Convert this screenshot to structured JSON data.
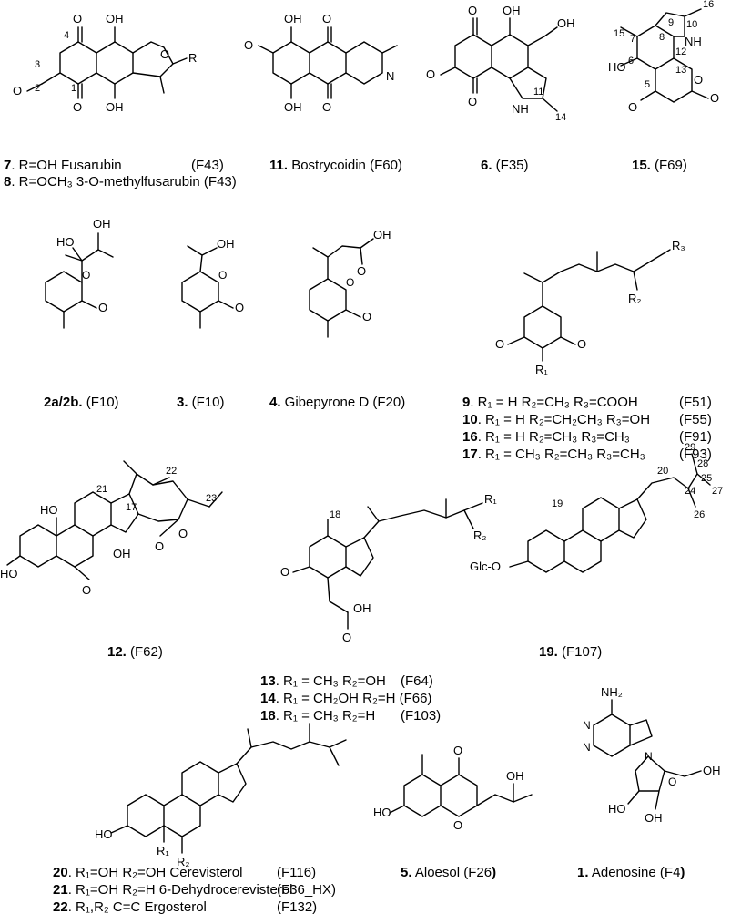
{
  "captions": [
    {
      "id": "c7",
      "num": "7",
      "text": ". R=OH Fusarubin",
      "tag": "(F43)"
    },
    {
      "id": "c8",
      "num": "8",
      "text": ". R=OCH₃ 3-O-methylfusarubin (F43)",
      "tag": ""
    },
    {
      "id": "c11",
      "num": "11.",
      "text": " Bostrycoidin (F60)",
      "tag": ""
    },
    {
      "id": "c6",
      "num": "6.",
      "text": " (F35)",
      "tag": ""
    },
    {
      "id": "c15",
      "num": "15.",
      "text": " (F69)",
      "tag": ""
    },
    {
      "id": "c2",
      "num": "2a/2b.",
      "text": " (F10)",
      "tag": ""
    },
    {
      "id": "c3",
      "num": "3.",
      "text": " (F10)",
      "tag": ""
    },
    {
      "id": "c4",
      "num": "4.",
      "text": " Gibepyrone D (F20)",
      "tag": ""
    },
    {
      "id": "c9",
      "num": "9",
      "text": ".   R₁ = H R₂=CH₃ R₃=COOH",
      "tag": "(F51)"
    },
    {
      "id": "c10",
      "num": "10",
      "text": ". R₁ = H R₂=CH₂CH₃ R₃=OH",
      "tag": "(F55)"
    },
    {
      "id": "c16",
      "num": "16",
      "text": ". R₁ = H R₂=CH₃ R₃=CH₃",
      "tag": "(F91)"
    },
    {
      "id": "c17",
      "num": "17",
      "text": ". R₁ = CH₃ R₂=CH₃ R₃=CH₃",
      "tag": "(F93)"
    },
    {
      "id": "c12",
      "num": "12.",
      "text": " (F62)",
      "tag": ""
    },
    {
      "id": "c13",
      "num": "13",
      "text": ". R₁ = CH₃ R₂=OH",
      "tag": "(F64)"
    },
    {
      "id": "c14",
      "num": "14",
      "text": ". R₁ = CH₂OH R₂=H (F66)",
      "tag": ""
    },
    {
      "id": "c18",
      "num": "18",
      "text": ". R₁ = CH₃ R₂=H",
      "tag": "(F103)"
    },
    {
      "id": "c19",
      "num": "19.",
      "text": " (F107)",
      "tag": ""
    },
    {
      "id": "c20",
      "num": "20",
      "text": ". R₁=OH R₂=OH Cerevisterol",
      "tag": "(F116)"
    },
    {
      "id": "c21",
      "num": "21",
      "text": ". R₁=OH R₂=H 6-Dehydrocerevisterol",
      "tag": "(F36_HX)"
    },
    {
      "id": "c22",
      "num": "22",
      "text": ". R₁,R₂ C=C Ergosterol",
      "tag": "(F132)"
    },
    {
      "id": "c5",
      "num": "5.",
      "text": " Aloesol (F26",
      "tag": ")"
    },
    {
      "id": "c1",
      "num": "1.",
      "text": " Adenosine (F4",
      "tag": ")"
    }
  ],
  "atoms": {
    "O": "O",
    "OH": "OH",
    "HO": "HO",
    "R": "R",
    "N": "N",
    "NH": "NH",
    "NH2": "NH₂",
    "R1": "R₁",
    "R2": "R₂",
    "R3": "R₃",
    "GlcO": "Glc-O"
  },
  "locants": [
    "1",
    "2",
    "3",
    "4",
    "5",
    "6",
    "7",
    "8",
    "9",
    "10",
    "11",
    "12",
    "13",
    "14",
    "15",
    "16",
    "17",
    "18",
    "19",
    "20",
    "21",
    "22",
    "23",
    "24",
    "25",
    "26",
    "27",
    "28",
    "29"
  ]
}
